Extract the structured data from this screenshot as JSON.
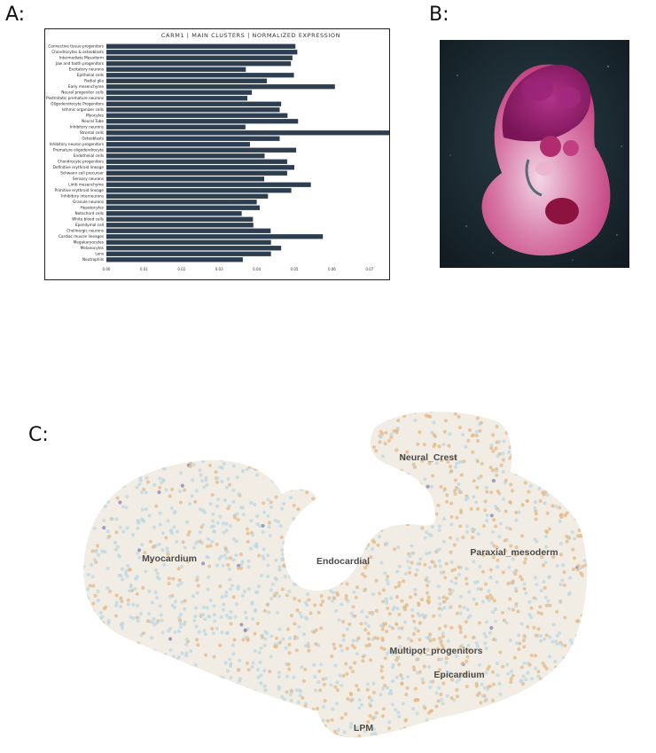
{
  "panels": {
    "a_label": "A:",
    "b_label": "B:",
    "c_label": "C:"
  },
  "chart_data": {
    "type": "bar",
    "orientation": "horizontal",
    "title": "CARM1 | MAIN CLUSTERS | NORMALIZED EXPRESSION",
    "xlabel": "",
    "ylabel": "",
    "xlim": [
      0,
      0.075
    ],
    "x_ticks": [
      "0.00",
      "0.01",
      "0.02",
      "0.03",
      "0.04",
      "0.05",
      "0.06",
      "0.07"
    ],
    "bar_color": "#2d3e50",
    "categories": [
      "Connective tissue progenitors",
      "Chondrocytes & osteoblasts",
      "Intermediate Mesoderm",
      "Jaw and tooth progenitors",
      "Excitatory neurons",
      "Epithelial cells",
      "Radial glia",
      "Early mesenchyme",
      "Neural progenitor cells",
      "Postmitotic premature neurons",
      "Oligodendrocyte Progenitors",
      "Isthmic organizer cells",
      "Myocytes",
      "Neural Tube",
      "Inhibitory neurons",
      "Stromal cells",
      "Osteoblasts",
      "Inhibitory neuron progenitors",
      "Premature oligodendrocyte",
      "Endothelial cells",
      "Chondrocyte progenitors",
      "Definitive erythroid lineage",
      "Schwann cell precursor",
      "Sensory neurons",
      "Limb mesenchyme",
      "Primitive erythroid lineage",
      "Inhibitory interneurons",
      "Granule neurons",
      "Hepatocytes",
      "Notochord cells",
      "White blood cells",
      "Ependymal cell",
      "Cholinergic neurons",
      "Cardiac muscle lineages",
      "Megakaryocytes",
      "Melanocytes",
      "Lens",
      "Neutrophils"
    ],
    "values": [
      0.0503,
      0.0508,
      0.0495,
      0.0491,
      0.0371,
      0.0499,
      0.0427,
      0.0608,
      0.0387,
      0.0375,
      0.0465,
      0.0461,
      0.0482,
      0.051,
      0.037,
      0.0755,
      0.0461,
      0.0382,
      0.0505,
      0.0421,
      0.0481,
      0.05,
      0.0481,
      0.042,
      0.0544,
      0.0492,
      0.043,
      0.04,
      0.0408,
      0.036,
      0.039,
      0.0391,
      0.0437,
      0.0576,
      0.0438,
      0.0465,
      0.0438,
      0.0363
    ]
  },
  "photo": {
    "subject": "mouse-embryo-stained",
    "background_color": "#1b2a33",
    "embryo_color": "#c7447f"
  },
  "umap": {
    "colors": {
      "blue": "#bcd7e3",
      "orange": "#e2b98a",
      "purple": "#8a7fb5"
    },
    "clusters": [
      {
        "name": "Neural_Crest"
      },
      {
        "name": "Myocardium"
      },
      {
        "name": "Endocardial"
      },
      {
        "name": "Paraxial_mesoderm"
      },
      {
        "name": "Multipot_progenitors"
      },
      {
        "name": "Epicardium"
      },
      {
        "name": "LPM"
      }
    ]
  }
}
